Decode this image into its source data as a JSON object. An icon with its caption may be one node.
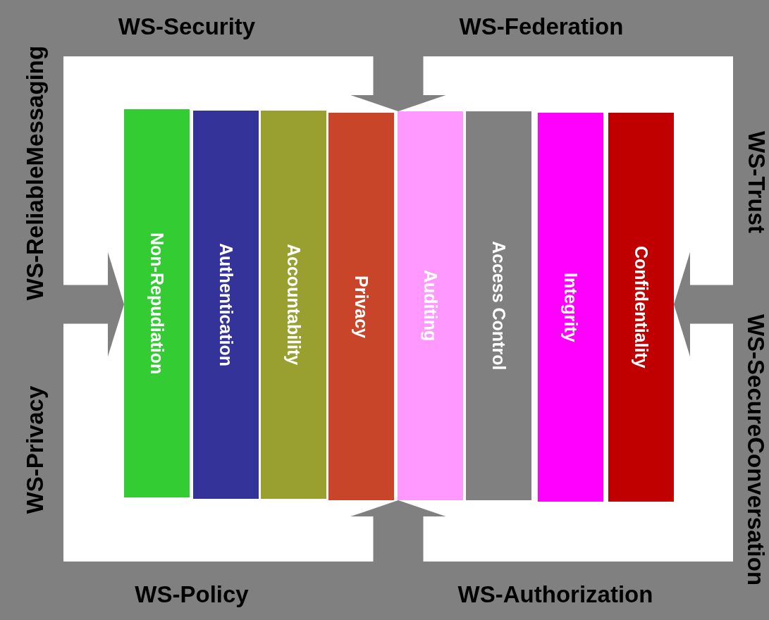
{
  "diagram": {
    "nodes": [
      {
        "text": [
          "Non-Repudiation"
        ]
      },
      {
        "text": [
          "Authentication"
        ]
      },
      {
        "text": [
          "Accountability"
        ]
      },
      {
        "text": [
          "Privacy"
        ]
      },
      {
        "text": [
          "Auditing"
        ]
      },
      {
        "text": [
          "Access Control"
        ]
      },
      {
        "text": [
          "Integrity"
        ]
      },
      {
        "text": [
          "Confidentiality"
        ]
      }
    ],
    "edges": [
      {
        "from": null,
        "to": 4,
        "arrow": "to"
      },
      {
        "from": null,
        "to": 0,
        "arrow": "to"
      },
      {
        "from": null,
        "to": 7,
        "arrow": "to"
      },
      {
        "from": null,
        "to": 4,
        "arrow": "to"
      }
    ],
    "labels": [
      "WS-Security",
      "WS-Federation",
      "WS-ReliableMessaging",
      "WS-Trust",
      "WS-SecureConversation",
      "WS-Privacy",
      "WS-Policy",
      "WS-Authorization"
    ]
  }
}
